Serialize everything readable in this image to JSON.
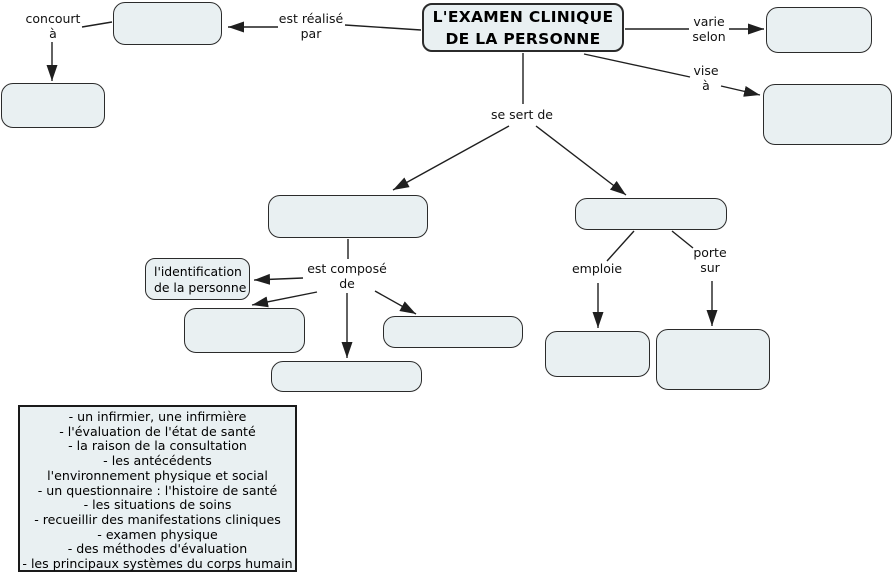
{
  "title": "L'EXAMEN CLINIQUE\nDE LA PERSONNE",
  "labels": {
    "concourt_a": "concourt\nà",
    "est_realise_par": "est réalisé\npar",
    "varie_selon": "varie\nselon",
    "vise_a": "vise\nà",
    "se_sert_de": "se sert de",
    "est_compose_de": "est composé\nde",
    "emploie": "emploie",
    "porte_sur": "porte\nsur"
  },
  "nodes": {
    "identification": "l'identification\nde la personne"
  },
  "legend": {
    "lines": [
      "- un infirmier, une infirmière",
      "- l'évaluation de l'état de santé",
      "- la raison de la consultation",
      "- les antécédents",
      "l'environnement physique et social",
      "- un questionnaire : l'histoire de santé",
      "- les situations de soins",
      "- recueillir des manifestations cliniques",
      "- examen physique",
      "- des méthodes d'évaluation",
      "- les principaux systèmes du corps humain"
    ]
  },
  "colors": {
    "node_fill": "#e9f0f2",
    "node_border": "#2b2b2b",
    "line": "#1f1f1f",
    "background": "#ffffff",
    "text": "#000000"
  }
}
